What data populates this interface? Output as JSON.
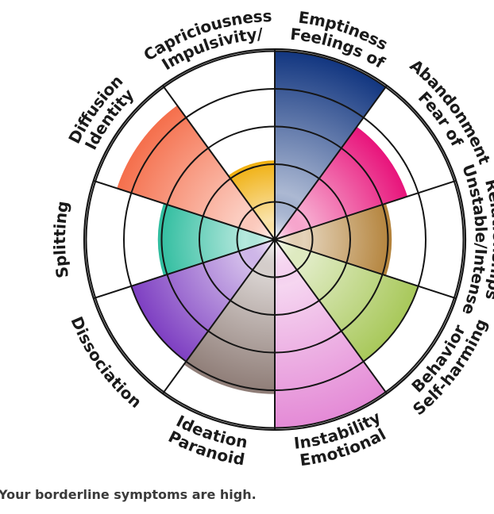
{
  "chart_data": {
    "type": "polar-area",
    "title": "",
    "max_level": 5,
    "categories": [
      {
        "label": "Feelings of Emptiness",
        "lines": [
          "Feelings of",
          "Emptiness"
        ],
        "value": 5.0,
        "color": "#123680"
      },
      {
        "label": "Fear of Abandonment",
        "lines": [
          "Fear of",
          "Abandonment"
        ],
        "value": 3.7,
        "color": "#e8147b"
      },
      {
        "label": "Unstable/Intense Relationships",
        "lines": [
          "Unstable/Intense",
          "Relationships"
        ],
        "value": 3.1,
        "color": "#b3823a"
      },
      {
        "label": "Self-harming Behavior",
        "lines": [
          "Self-harming",
          "Behavior"
        ],
        "value": 4.0,
        "color": "#a8c85a"
      },
      {
        "label": "Emotional Instability",
        "lines": [
          "Emotional",
          "Instability"
        ],
        "value": 5.0,
        "color": "#e48ad6"
      },
      {
        "label": "Paranoid Ideation",
        "lines": [
          "Paranoid",
          "Ideation"
        ],
        "value": 4.1,
        "color": "#8e7c76"
      },
      {
        "label": "Dissociation",
        "lines": [
          "Dissociation"
        ],
        "value": 4.0,
        "color": "#7e3fc2"
      },
      {
        "label": "Splitting",
        "lines": [
          "Splitting"
        ],
        "value": 3.1,
        "color": "#2fbd9f"
      },
      {
        "label": "Identity Diffusion",
        "lines": [
          "Identity",
          "Diffusion"
        ],
        "value": 4.4,
        "color": "#f56f4c"
      },
      {
        "label": "Impulsivity/ Capriciousness",
        "lines": [
          "Impulsivity/",
          "Capriciousness"
        ],
        "value": 2.1,
        "color": "#f0b010"
      }
    ]
  },
  "caption": "Your borderline symptoms are high."
}
